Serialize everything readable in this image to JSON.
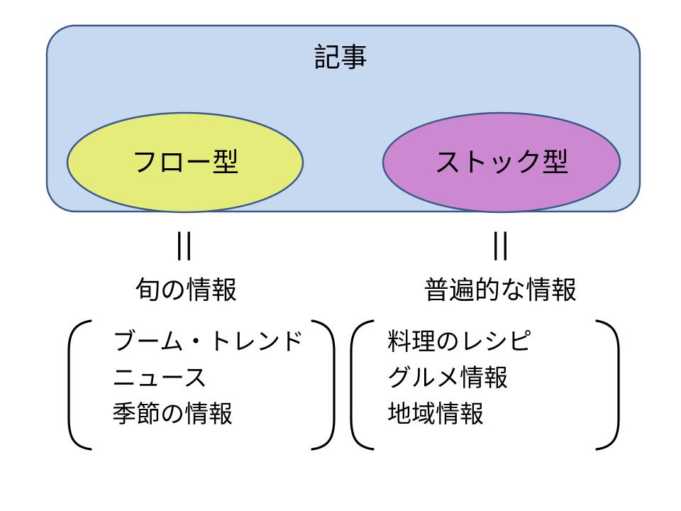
{
  "title": "記事",
  "flow": {
    "label": "フロー型",
    "fill": "#e6ec7a",
    "equals": "||",
    "heading": "旬の情報",
    "items": [
      "ブーム・トレンド",
      "ニュース",
      "季節の情報"
    ]
  },
  "stock": {
    "label": "ストック型",
    "fill": "#cc88d0",
    "equals": "||",
    "heading": "普遍的な情報",
    "items": [
      "料理のレシピ",
      "グルメ情報",
      "地域情報"
    ]
  },
  "colors": {
    "container_fill": "#c6d9f1",
    "outline": "#3b5a8a"
  }
}
